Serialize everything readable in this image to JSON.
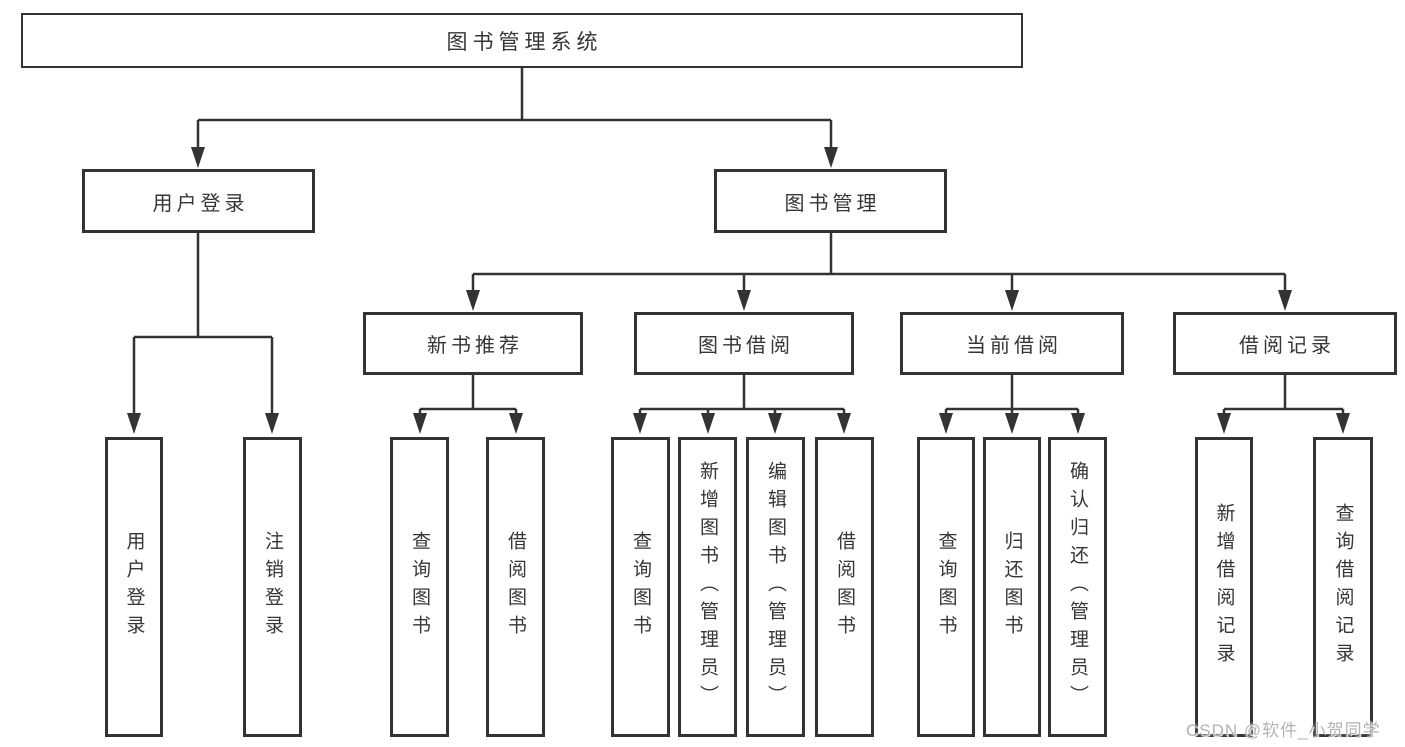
{
  "diagram": {
    "type": "hierarchy-tree",
    "colors": {
      "line": "#333333",
      "box_border": "#333333",
      "box_background": "#ffffff",
      "text": "#363636",
      "watermark": "#b3b3b3"
    },
    "root": {
      "label": "图书管理系统",
      "children": [
        {
          "label": "用户登录",
          "children": [
            {
              "label": "用户登录"
            },
            {
              "label": "注销登录"
            }
          ]
        },
        {
          "label": "图书管理",
          "children": [
            {
              "label": "新书推荐",
              "children": [
                {
                  "label": "查询图书"
                },
                {
                  "label": "借阅图书"
                }
              ]
            },
            {
              "label": "图书借阅",
              "children": [
                {
                  "label": "查询图书"
                },
                {
                  "label": "新增图书（管理员）"
                },
                {
                  "label": "编辑图书（管理员）"
                },
                {
                  "label": "借阅图书"
                }
              ]
            },
            {
              "label": "当前借阅",
              "children": [
                {
                  "label": "查询图书"
                },
                {
                  "label": "归还图书"
                },
                {
                  "label": "确认归还（管理员）"
                }
              ]
            },
            {
              "label": "借阅记录",
              "children": [
                {
                  "label": "新增借阅记录"
                },
                {
                  "label": "查询借阅记录"
                }
              ]
            }
          ]
        }
      ]
    },
    "watermark": "CSDN @软件_小贺同学"
  }
}
